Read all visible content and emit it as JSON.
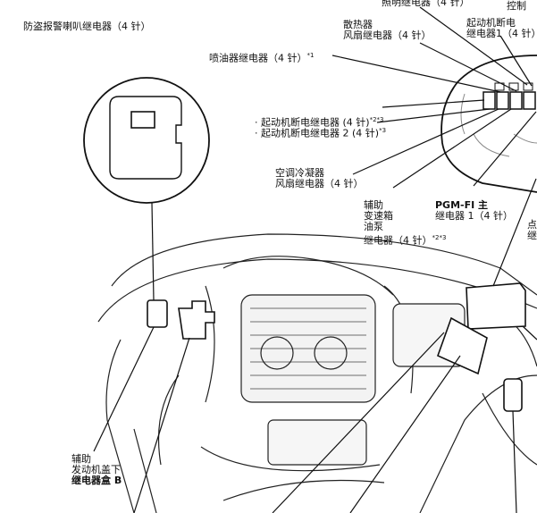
{
  "labels": {
    "horn_relay": "防盗报警喇叭继电器（4 针）",
    "lighting_relay": "照明继电器（4 针）",
    "control_partial": "控制",
    "radiator_fan_relay_1": "散热器",
    "radiator_fan_relay_2": "风扇继电器（4 针）",
    "starter_cut_relay_top_1": "起动机断电",
    "starter_cut_relay_top_2": "继电器1（4 针）",
    "injector_relay": "喷油器继电器（4 针）",
    "injector_relay_note": "*1",
    "starter_cut_relay_1": "· 起动机断电继电器 (4 针)",
    "starter_cut_relay_1_note": "*2*3",
    "starter_cut_relay_2": "· 起动机断电继电器 2 (4 针)",
    "starter_cut_relay_2_note": "*3",
    "ac_condenser_fan_1": "空调冷凝器",
    "ac_condenser_fan_2": "风扇继电器（4 针）",
    "aux_pump_relay_1": "辅助",
    "aux_pump_relay_2": "变速箱",
    "aux_pump_relay_3": "油泵",
    "aux_pump_relay_4": "继电器（4 针）",
    "aux_pump_relay_note": "*2*3",
    "pgm_fi_relay_1": "PGM-FI 主",
    "pgm_fi_relay_2": "继电器 1（4 针）",
    "right_partial_1": "点",
    "right_partial_2": "继",
    "aux_box_1": "辅助",
    "aux_box_2": "发动机盖下",
    "aux_box_3": "继电器盒 B"
  }
}
